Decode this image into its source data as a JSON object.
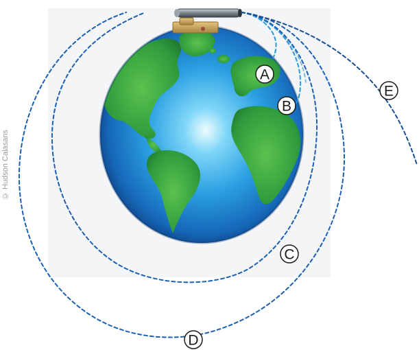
{
  "credit": "© Hudson Calasans",
  "trajectories": [
    {
      "label": "A"
    },
    {
      "label": "B"
    },
    {
      "label": "C"
    },
    {
      "label": "D"
    },
    {
      "label": "E"
    }
  ],
  "colors": {
    "trajectory": "#1a5fb4",
    "trajectory_light": "#2a9ad8",
    "ocean_center": "#e8fbff",
    "ocean_mid": "#2aa6e6",
    "ocean_edge": "#0c3a7a",
    "land": "#2e9a3c",
    "cannon_base": "#c8a55a",
    "cannon_barrel": "#7d8a90"
  },
  "icons": [
    "earth-globe-icon",
    "cannon-icon"
  ]
}
